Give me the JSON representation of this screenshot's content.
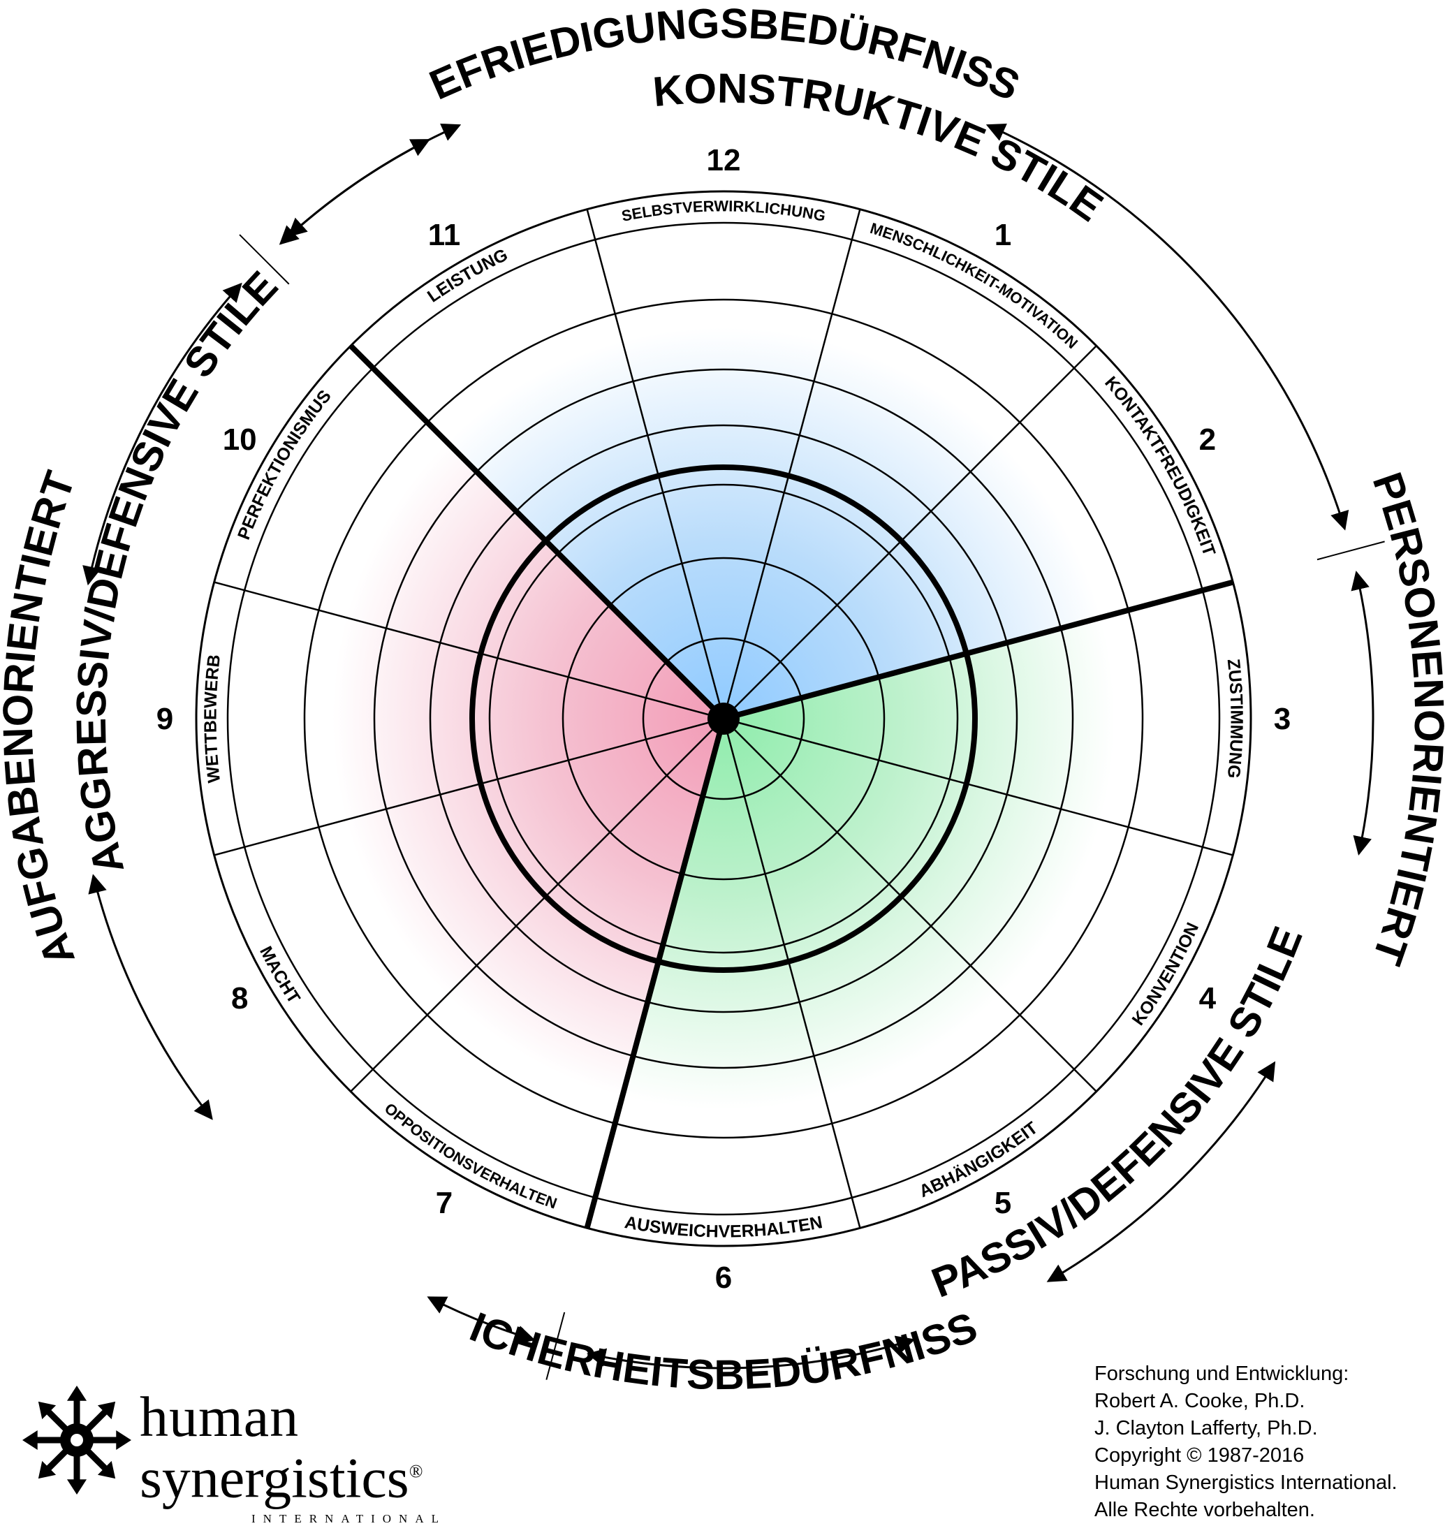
{
  "arcs": {
    "befriedigung": "BEFRIEDIGUNGSBEDÜRFNISSE",
    "konstruktiv": "KONSTRUKTIVE STILE",
    "personen": "PERSONENORIENTIERT",
    "passiv": "PASSIV/DEFENSIVE STILE",
    "sicherheit": "SICHERHEITSBEDÜRFNISSE",
    "aggressiv": "AGGRESSIV/DEFENSIVE STILE",
    "aufgaben": "AUFGABENORIENTIERT"
  },
  "segments": [
    {
      "number": "1",
      "label": "MENSCHLICHKEIT-MOTIVATION"
    },
    {
      "number": "2",
      "label": "KONTAKTFREUDIGKEIT"
    },
    {
      "number": "3",
      "label": "ZUSTIMMUNG"
    },
    {
      "number": "4",
      "label": "KONVENTION"
    },
    {
      "number": "5",
      "label": "ABHÄNGIGKEIT"
    },
    {
      "number": "6",
      "label": "AUSWEICHVERHALTEN"
    },
    {
      "number": "7",
      "label": "OPPOSITIONSVERHALTEN"
    },
    {
      "number": "8",
      "label": "MACHT"
    },
    {
      "number": "9",
      "label": "WETTBEWERB"
    },
    {
      "number": "10",
      "label": "PERFEKTIONISMUS"
    },
    {
      "number": "11",
      "label": "LEISTUNG"
    },
    {
      "number": "12",
      "label": "SELBSTVERWIRKLICHUNG"
    }
  ],
  "colors": {
    "constructive": "#a8d6ff",
    "passive": "#9ff0b8",
    "aggressive": "#f4a8c0"
  },
  "credits": [
    "Forschung und Entwicklung:",
    "Robert A. Cooke, Ph.D.",
    "J. Clayton Lafferty, Ph.D.",
    "Copyright © 1987-2016",
    "Human Synergistics International.",
    "Alle Rechte vorbehalten."
  ],
  "logo": {
    "line1": "human",
    "line2": "synergistics",
    "line3": "INTERNATIONAL",
    "registered": "®",
    "icon": "starburst-arrows-icon"
  }
}
